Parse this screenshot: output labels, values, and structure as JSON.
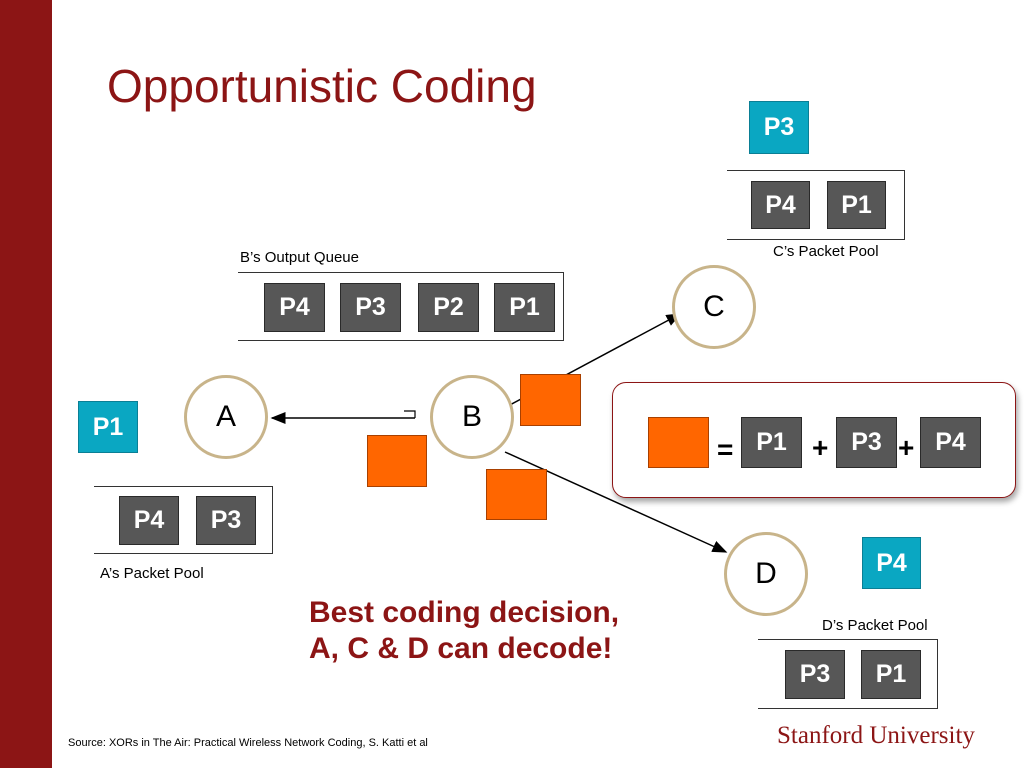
{
  "slide": {
    "title": "Opportunistic Coding",
    "source": "Source: XORs in The Air: Practical Wireless Network Coding, S. Katti et al",
    "logo": "Stanford University",
    "highlight_line1": "Best coding decision,",
    "highlight_line2": "A, C & D can decode!"
  },
  "colors": {
    "accent": "#8c1515",
    "packet": "#575757",
    "packet_highlight": "#0aa7c2",
    "coded_packet": "#ff6600",
    "node_border": "#c8b48a"
  },
  "nodes": {
    "a": "A",
    "b": "B",
    "c": "C",
    "d": "D"
  },
  "b_queue": {
    "label": "B’s Output Queue",
    "packets": [
      "P4",
      "P3",
      "P2",
      "P1"
    ]
  },
  "c_pool": {
    "label": "C’s Packet Pool",
    "packets": [
      "P4",
      "P1"
    ],
    "wants": "P3"
  },
  "a_pool": {
    "label": "A’s Packet Pool",
    "packets": [
      "P4",
      "P3"
    ],
    "wants": "P1"
  },
  "d_pool": {
    "label": "D’s Packet Pool",
    "packets": [
      "P3",
      "P1"
    ],
    "wants": "P4"
  },
  "equation": {
    "equals": "=",
    "terms": [
      "P1",
      "P3",
      "P4"
    ],
    "plus": "+"
  }
}
